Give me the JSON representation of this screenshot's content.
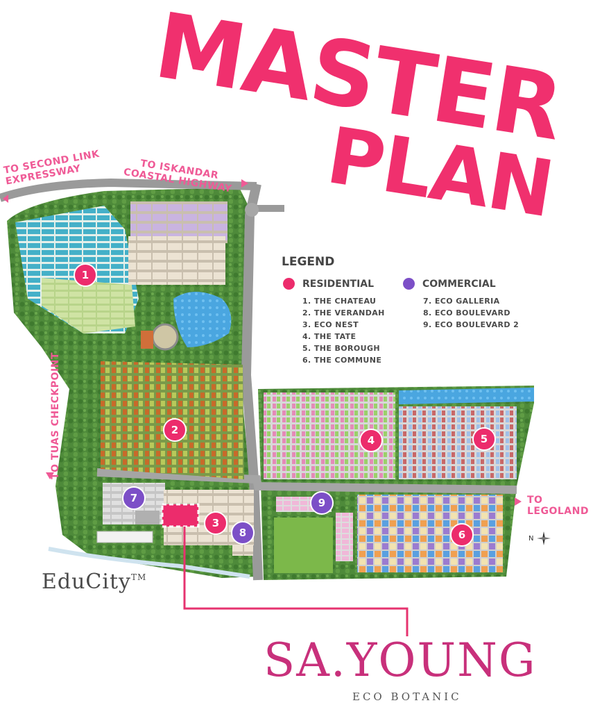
{
  "title": {
    "line1": "MASTER",
    "line2": "PLAN"
  },
  "directions": {
    "second_link_line1": "TO SECOND LINK",
    "second_link_line2": "EXPRESSWAY",
    "iskandar_line1": "TO ISKANDAR",
    "iskandar_line2": "COASTAL HIGHWAY",
    "tuas": "TO TUAS CHECKPOINT",
    "legoland_line1": "TO",
    "legoland_line2": "LEGOLAND"
  },
  "legend": {
    "title": "LEGEND",
    "residential": {
      "heading": "RESIDENTIAL",
      "color": "#ec2c6c",
      "items": [
        "1. THE CHATEAU",
        "2. THE VERANDAH",
        "3. ECO NEST",
        "4. THE TATE",
        "5. THE BOROUGH",
        "6. THE COMMUNE"
      ]
    },
    "commercial": {
      "heading": "COMMERCIAL",
      "color": "#7c4fc7",
      "items": [
        "7. ECO GALLERIA",
        "8. ECO BOULEVARD",
        "9. ECO BOULEVARD 2"
      ]
    }
  },
  "markers": {
    "m1": "1",
    "m2": "2",
    "m3": "3",
    "m4": "4",
    "m5": "5",
    "m6": "6",
    "m7": "7",
    "m8": "8",
    "m9": "9"
  },
  "educity": {
    "name": "EduCity",
    "tm": "TM"
  },
  "brand": {
    "name": "SA.YOUNG",
    "tagline": "ECO BOTANIC"
  },
  "compass": "N"
}
